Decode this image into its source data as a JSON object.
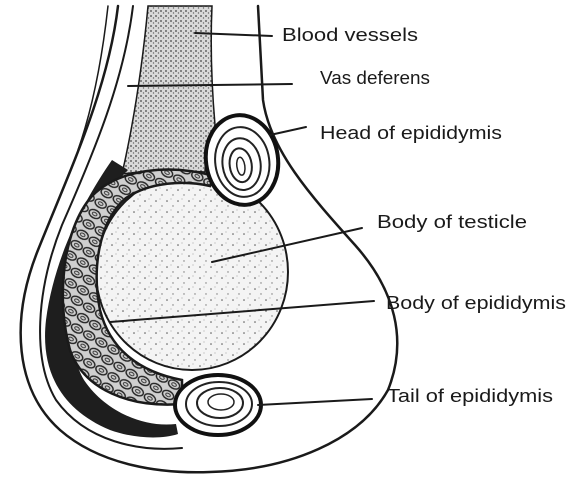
{
  "labels": {
    "blood_vessels": "Blood vessels",
    "vas_deferens": "Vas deferens",
    "head_of_epididymis": "Head of epididymis",
    "body_of_testicle": "Body of testicle",
    "body_of_epididymis": "Body of epididymis",
    "tail_of_epididymis": "Tail of epididymis"
  },
  "colors": {
    "ink": "#1a1a1a",
    "background": "#ffffff"
  }
}
